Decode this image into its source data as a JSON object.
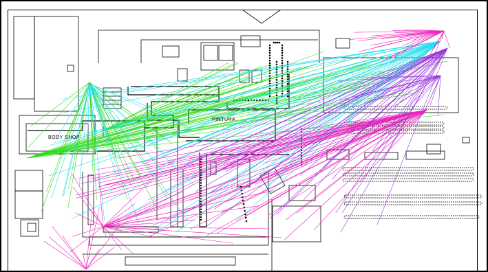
{
  "labels": {
    "pintura": "PINTURA",
    "body_shop": "BODY  SHOP"
  },
  "colors": {
    "line": "#000000",
    "flow_green": "#33dd22",
    "flow_cyan": "#22e0ee",
    "flow_magenta": "#ee22bb",
    "flow_purple": "#9933dd",
    "background": "#ffffff"
  },
  "legend_colors": [
    "green",
    "cyan",
    "magenta",
    "purple"
  ]
}
